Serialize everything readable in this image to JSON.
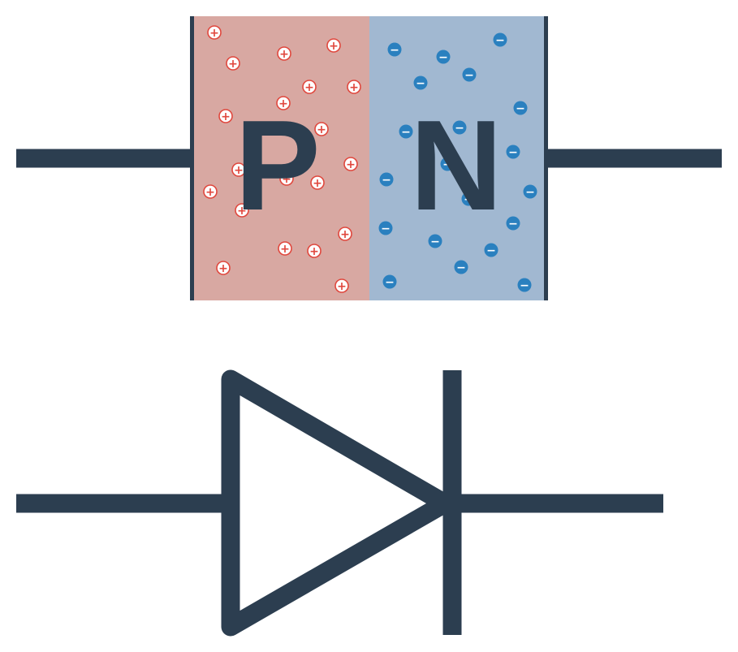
{
  "pn_block": {
    "p_label": "P",
    "n_label": "N"
  },
  "carriers": {
    "hole_symbol": "+",
    "electron_symbol": "−",
    "hole_count": 23,
    "electron_count": 25
  },
  "colors": {
    "ink": "#2c3e50",
    "p_fill": "#d8a8a2",
    "n_fill": "#a1b8d1",
    "hole_stroke": "#e0473d",
    "electron_fill": "#2a80bf"
  }
}
